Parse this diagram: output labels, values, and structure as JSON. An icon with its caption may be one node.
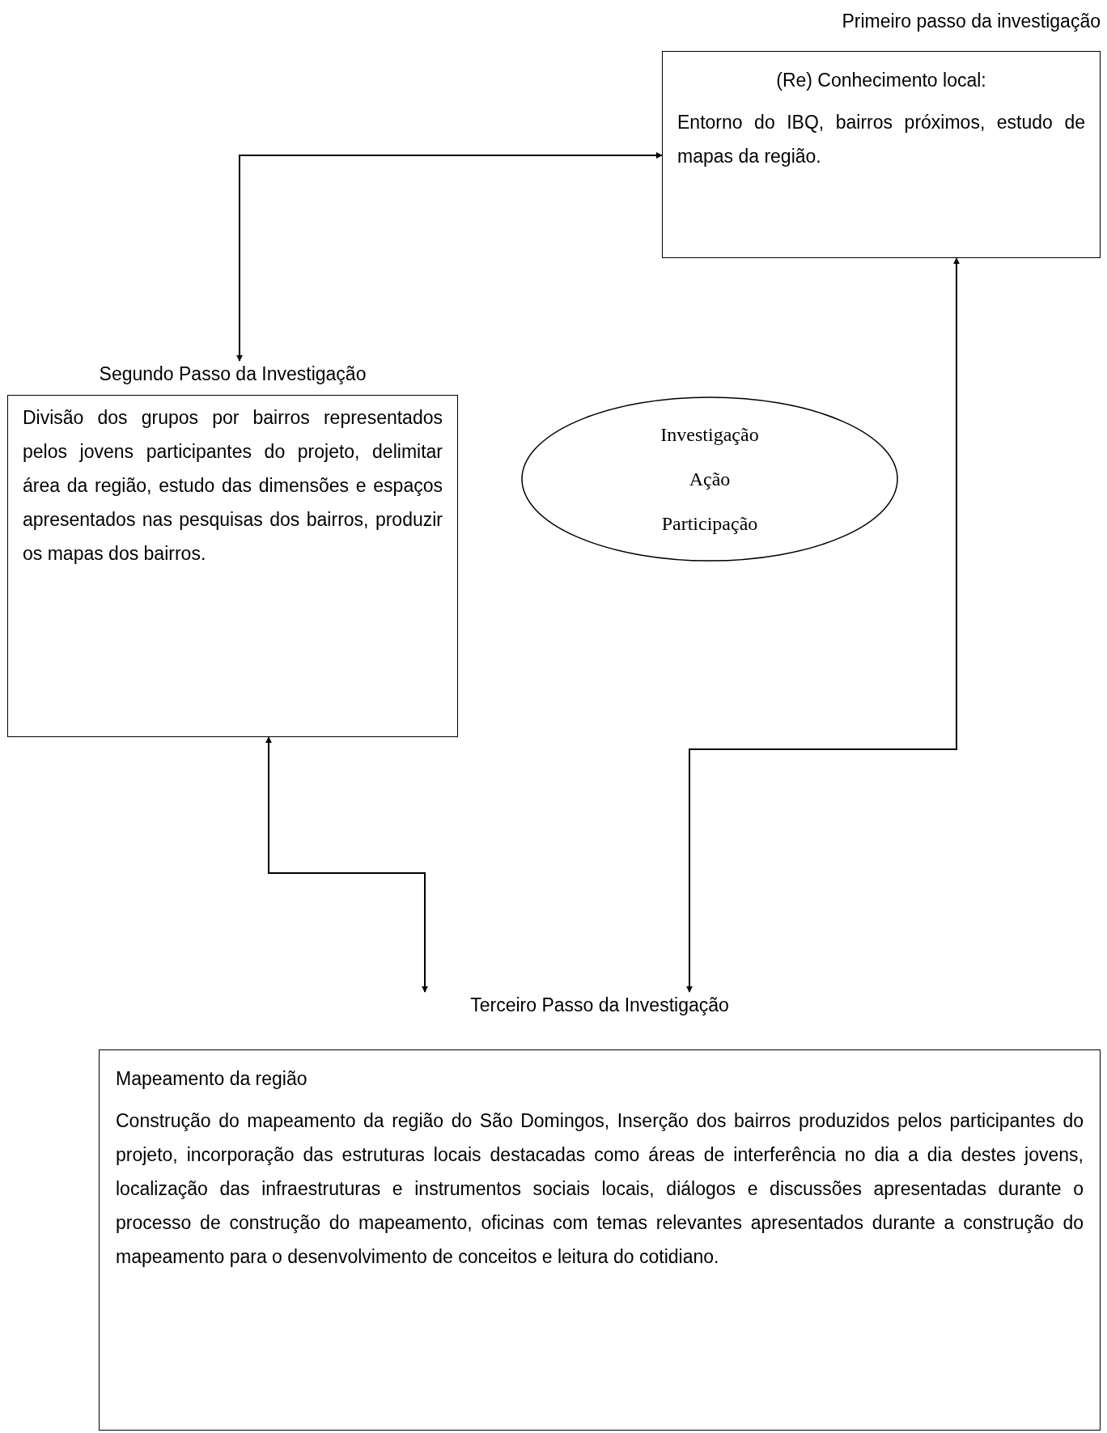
{
  "diagram": {
    "nodes": [
      {
        "text": [
          "Primeiro passo da investigação",
          "(Re) Conhecimento local:",
          "Entorno do IBQ, bairros próximos, estudo de mapas da região."
        ]
      },
      {
        "text": [
          "Segundo Passo da Investigação",
          "Divisão dos grupos por bairros representados pelos jovens participantes do projeto, delimitar área da região, estudo das dimensões e espaços apresentados nas pesquisas dos bairros, produzir os mapas dos bairros."
        ]
      },
      {
        "text": [
          "Investigação",
          "Ação",
          "Participação"
        ]
      },
      {
        "text": [
          "Terceiro Passo da Investigação",
          "Mapeamento da região",
          "Construção do mapeamento da região do São Domingos, Inserção dos bairros produzidos pelos participantes do projeto, incorporação das estruturas locais destacadas como áreas de interferência no dia a dia destes jovens, localização das infraestruturas e instrumentos sociais locais, diálogos e discussões apresentadas durante o processo de construção do mapeamento, oficinas com temas relevantes apresentados durante a construção do mapeamento para o desenvolvimento de conceitos e leitura do cotidiano."
        ]
      }
    ],
    "edges": [
      {
        "from": 0,
        "to": 1,
        "arrow": "both"
      },
      {
        "from": 0,
        "to": 3,
        "arrow": "both"
      },
      {
        "from": 1,
        "to": 3,
        "arrow": "both"
      }
    ]
  }
}
